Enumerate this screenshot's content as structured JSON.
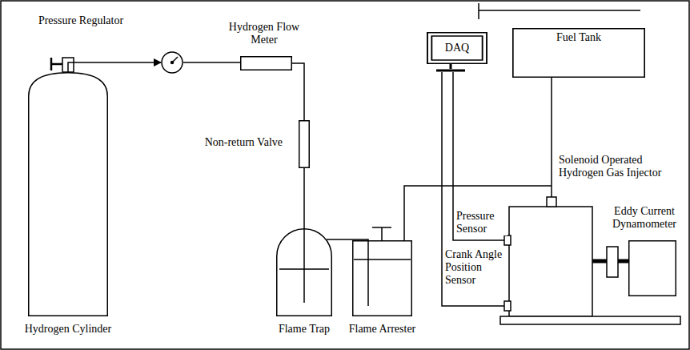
{
  "diagram": {
    "nodes": [
      {
        "text": [
          "Hydrogen Cylinder"
        ]
      },
      {
        "text": [
          "Pressure Regulator"
        ]
      },
      {
        "text": [
          "Hydrogen Flow Meter"
        ]
      },
      {
        "text": [
          "Non-return Valve"
        ]
      },
      {
        "text": [
          "Flame Trap"
        ]
      },
      {
        "text": [
          "Flame Arrester"
        ]
      },
      {
        "text": [
          "DAQ"
        ]
      },
      {
        "text": [
          "Fuel Tank"
        ]
      },
      {
        "text": [
          "Eddy Current Dynamometer"
        ]
      }
    ],
    "edges": [
      {
        "from": 0,
        "to": 1,
        "arrow": "to"
      },
      {
        "from": 1,
        "to": 2,
        "arrow": "none"
      },
      {
        "from": 2,
        "to": 3,
        "arrow": "none"
      },
      {
        "from": 3,
        "to": 4,
        "arrow": "none"
      },
      {
        "from": 4,
        "to": 5,
        "arrow": "none"
      }
    ],
    "labels": [
      "Solenoid Operated Hydrogen Gas Injector",
      "Pressure Sensor",
      "Crank Angle Position Sensor"
    ]
  }
}
